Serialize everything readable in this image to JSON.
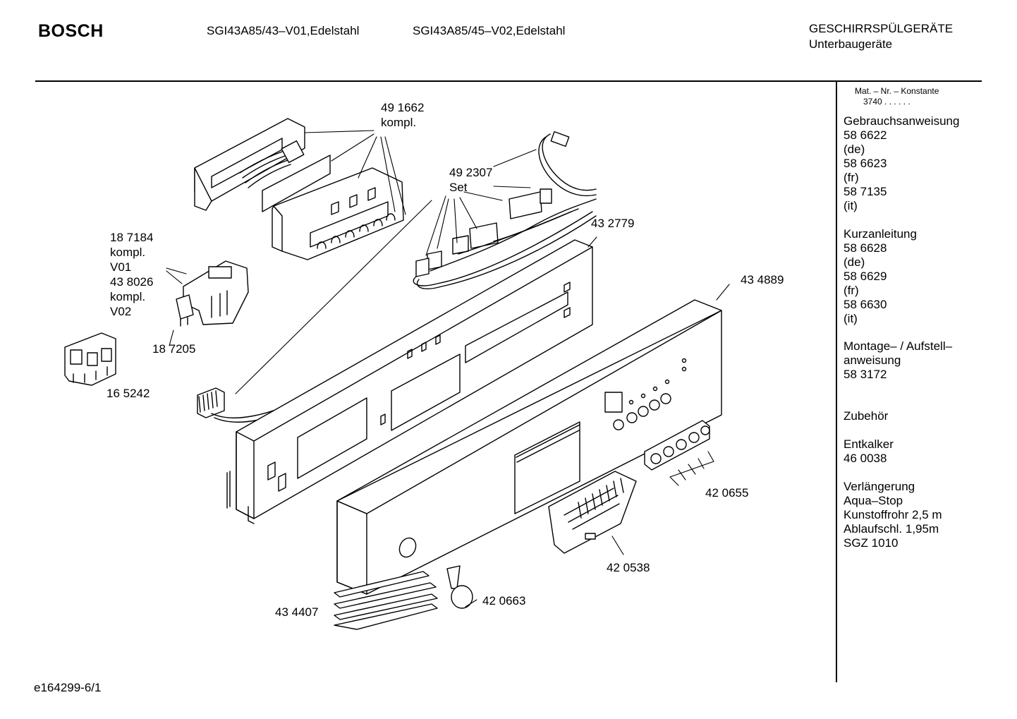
{
  "header": {
    "brand": "BOSCH",
    "model_1": "SGI43A85/43–V01,Edelstahl",
    "model_2": "SGI43A85/45–V02,Edelstahl",
    "category": "GESCHIRRSPÜLGERÄTE",
    "subcategory": "Unterbaugeräte"
  },
  "sidebar": {
    "mat_header": "Mat. – Nr. – Konstante",
    "mat_value": "3740  .  .  .  .  .  .",
    "sections": [
      {
        "title": "Gebrauchsanweisung",
        "lines": [
          "58 6622",
          "(de)",
          "58 6623",
          "(fr)",
          "58 7135",
          "(it)"
        ]
      },
      {
        "title": "Kurzanleitung",
        "lines": [
          "58 6628",
          "(de)",
          "58 6629",
          "(fr)",
          "58 6630",
          "(it)"
        ]
      },
      {
        "title": "Montage– / Aufstell–",
        "lines": [
          "anweisung",
          "58 3172"
        ]
      },
      {
        "title": "Zubehör",
        "lines": []
      },
      {
        "title": "Entkalker",
        "lines": [
          "46 0038"
        ]
      },
      {
        "title": "Verlängerung",
        "lines": [
          "Aqua–Stop",
          "Kunstoffrohr 2,5 m",
          "Ablaufschl. 1,95m",
          "SGZ 1010"
        ]
      }
    ]
  },
  "parts": {
    "p491662": [
      "49 1662",
      "kompl."
    ],
    "p492307": [
      "49 2307",
      "Set"
    ],
    "p432779": "43 2779",
    "p434889": "43 4889",
    "p187184": [
      "18 7184",
      "kompl.",
      "V01",
      "43 8026",
      "kompl.",
      "V02"
    ],
    "p187205": "18 7205",
    "p165242": "16 5242",
    "p420655": "42 0655",
    "p420538": "42 0538",
    "p420663": "42 0663",
    "p434407": "43 4407"
  },
  "footer": {
    "code": "e164299-6/1"
  }
}
